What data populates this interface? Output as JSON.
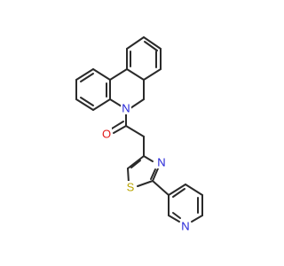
{
  "molecule": {
    "atoms": [
      {
        "id": "N-amide",
        "element": "N",
        "label": "N",
        "color": "#1f1fd6"
      },
      {
        "id": "O-carbonyl",
        "element": "O",
        "label": "O",
        "color": "#e21b1b"
      },
      {
        "id": "N-thiazole",
        "element": "N",
        "label": "N",
        "color": "#1f1fd6"
      },
      {
        "id": "S-thiazole",
        "element": "S",
        "label": "S",
        "color": "#b9a400"
      },
      {
        "id": "N-pyridine",
        "element": "N",
        "label": "N",
        "color": "#1f1fd6"
      }
    ],
    "bond_color": "#2a2a2a"
  }
}
